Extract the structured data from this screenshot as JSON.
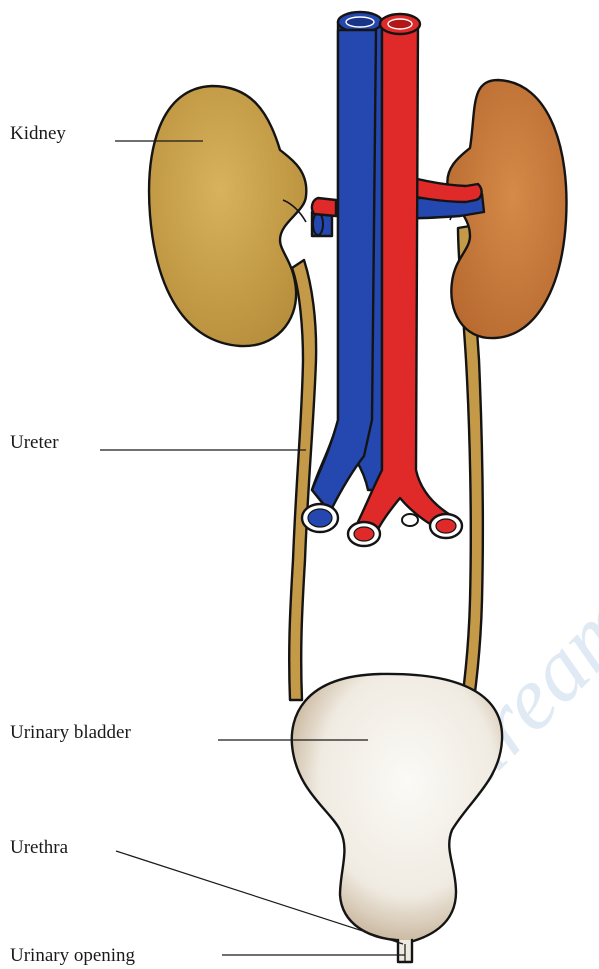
{
  "labels": {
    "kidney": "Kidney",
    "ureter": "Ureter",
    "urinary_bladder": "Urinary bladder",
    "urethra": "Urethra",
    "urinary_opening": "Urinary opening"
  },
  "watermark": "dreams",
  "colors": {
    "kidney_left": "#c9a24d",
    "kidney_right": "#c87a3e",
    "ureter": "#c49a48",
    "vein": "#2447b0",
    "artery": "#e02a2a",
    "bladder": "#eeeae2",
    "outline": "#141414",
    "watermark": "#c8d9ec"
  }
}
